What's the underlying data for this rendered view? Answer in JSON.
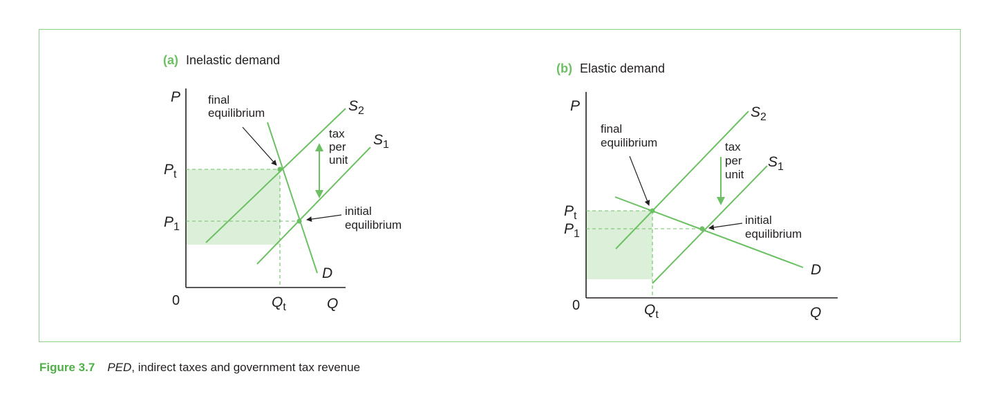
{
  "colors": {
    "curve": "#6cc063",
    "shading": "#dcefd8",
    "border": "#8fd18b",
    "accent": "#4fb047",
    "axis": "#231f20"
  },
  "panel_a": {
    "letter": "(a)",
    "title": "Inelastic demand",
    "axis_y": "P",
    "axis_x": "Q",
    "origin": "0",
    "price_tax": "P",
    "price_tax_sub": "t",
    "price_initial": "P",
    "price_initial_sub": "1",
    "qty_tax": "Q",
    "qty_tax_sub": "t",
    "supply_new": "S",
    "supply_new_sub": "2",
    "supply_old": "S",
    "supply_old_sub": "1",
    "demand": "D",
    "final_eq": [
      "final",
      "equilibrium"
    ],
    "initial_eq": [
      "initial",
      "equilibrium"
    ],
    "tax": [
      "tax",
      "per",
      "unit"
    ]
  },
  "panel_b": {
    "letter": "(b)",
    "title": "Elastic demand",
    "axis_y": "P",
    "axis_x": "Q",
    "origin": "0",
    "price_tax": "P",
    "price_tax_sub": "t",
    "price_initial": "P",
    "price_initial_sub": "1",
    "qty_tax": "Q",
    "qty_tax_sub": "t",
    "supply_new": "S",
    "supply_new_sub": "2",
    "supply_old": "S",
    "supply_old_sub": "1",
    "demand": "D",
    "final_eq": [
      "final",
      "equilibrium"
    ],
    "initial_eq": [
      "initial",
      "equilibrium"
    ],
    "tax": [
      "tax",
      "per",
      "unit"
    ]
  },
  "caption": {
    "figure": "Figure 3.7",
    "ped": "PED",
    "rest": ", indirect taxes and government tax revenue"
  }
}
